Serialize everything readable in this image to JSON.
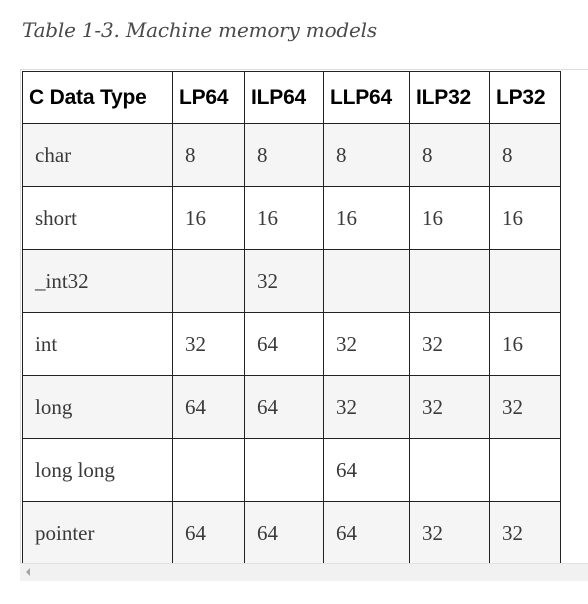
{
  "caption": "Table 1-3. Machine memory models",
  "table": {
    "headers": [
      "C Data Type",
      "LP64",
      "ILP64",
      "LLP64",
      "ILP32",
      "LP32"
    ],
    "rows": [
      [
        "char",
        "8",
        "8",
        "8",
        "8",
        "8"
      ],
      [
        "short",
        "16",
        "16",
        "16",
        "16",
        "16"
      ],
      [
        "_int32",
        "",
        "32",
        "",
        "",
        ""
      ],
      [
        "int",
        "32",
        "64",
        "32",
        "32",
        "16"
      ],
      [
        "long",
        "64",
        "64",
        "32",
        "32",
        "32"
      ],
      [
        "long long",
        "",
        "",
        "64",
        "",
        ""
      ],
      [
        "pointer",
        "64",
        "64",
        "64",
        "32",
        "32"
      ]
    ]
  },
  "scrollbar": {
    "icon": "chevron-left-icon"
  }
}
